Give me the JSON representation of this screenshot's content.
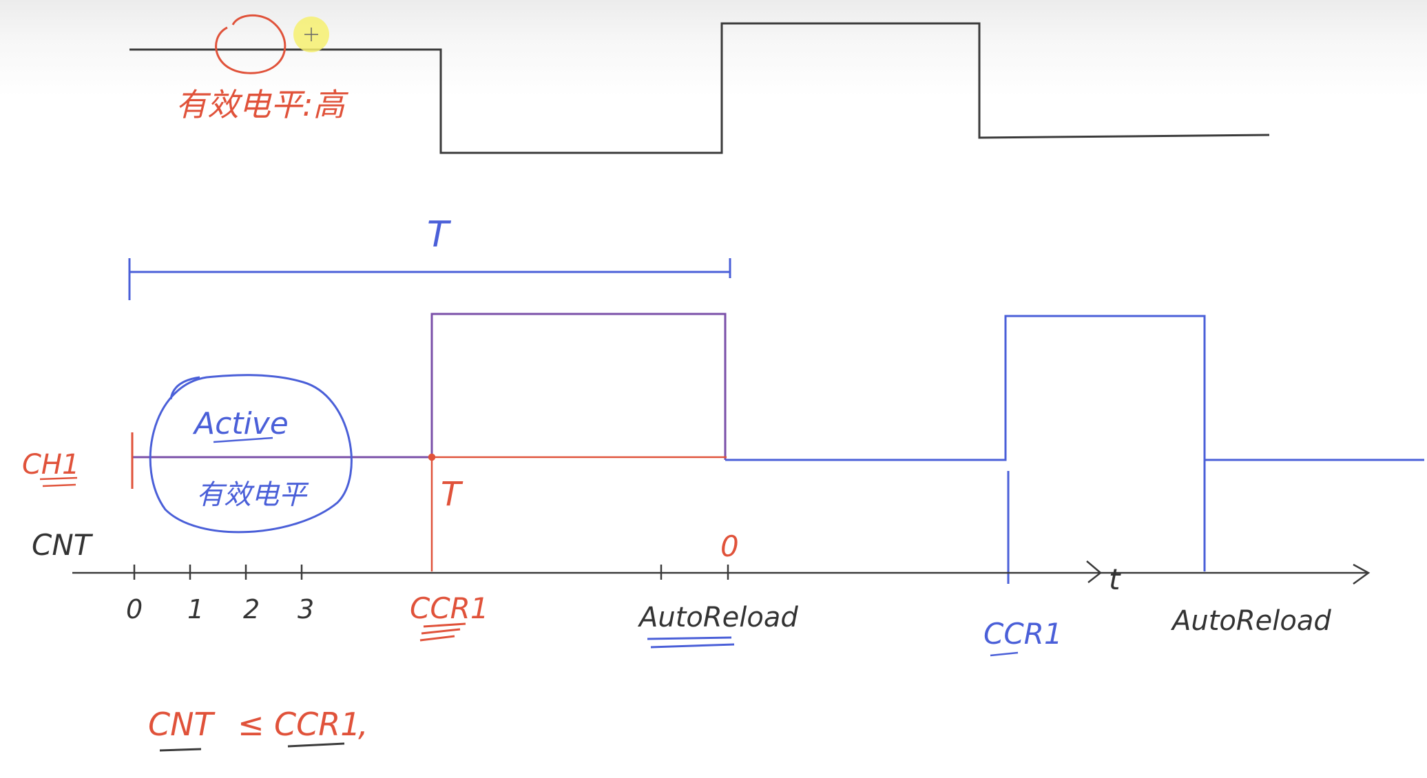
{
  "colors": {
    "black_ink": "#3a3a3a",
    "red_ink": "#e0523a",
    "blue_ink": "#4a5fd8",
    "purple_ink": "#7a4fa8",
    "cursor_highlight": "#f6f070"
  },
  "top_waveform": {
    "annotation": "有效电平:高"
  },
  "period": {
    "label": "T"
  },
  "pwm": {
    "channel_label": "CH1",
    "active_note_en": "Active",
    "active_note_zh": "有效电平",
    "compare_mark": "T"
  },
  "counter_axis": {
    "label": "CNT",
    "time_label": "t",
    "ticks": [
      "0",
      "1",
      "2",
      "3"
    ],
    "ccr1_label_1": "CCR1",
    "autoreload_label_1": "AutoReload",
    "reset_value": "0",
    "ccr1_label_2": "CCR1",
    "autoreload_label_2": "AutoReload"
  },
  "condition": {
    "left": "CNT",
    "op": "≤",
    "right": "CCR1",
    "trail": ","
  }
}
